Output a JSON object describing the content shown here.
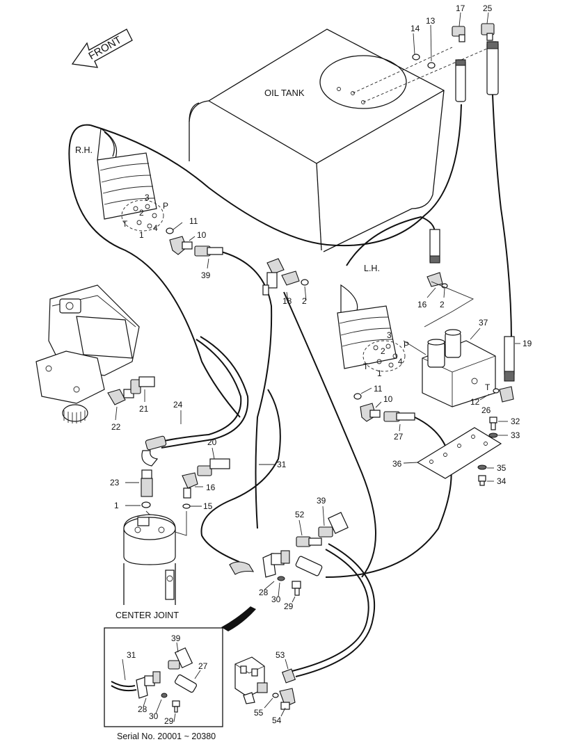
{
  "orientation": {
    "front_label": "FRONT"
  },
  "components": {
    "oil_tank": "OIL TANK",
    "rh_valve": "R.H.",
    "lh_valve": "L.H.",
    "center_joint": "CENTER JOINT"
  },
  "ports": {
    "rh": {
      "p3": "3",
      "p2": "2",
      "pP": "P",
      "pT": "T",
      "p4": "4",
      "p1": "1"
    },
    "lh": {
      "p3": "3",
      "p2": "2",
      "pP": "P",
      "pT": "T",
      "p4": "4",
      "p1": "1"
    },
    "block_T": "T"
  },
  "callouts": {
    "c14": "14",
    "c13": "13",
    "c17": "17",
    "c25": "25",
    "c11a": "11",
    "c10a": "10",
    "c39a": "39",
    "c18": "18",
    "c2a": "2",
    "c16a": "16",
    "c2b": "2",
    "c37": "37",
    "c19": "19",
    "c11b": "11",
    "c10b": "10",
    "c27a": "27",
    "c12": "12",
    "c26": "26",
    "c32": "32",
    "c33": "33",
    "c36": "36",
    "c35": "35",
    "c34": "34",
    "c21": "21",
    "c22": "22",
    "c24": "24",
    "c20": "20",
    "c16b": "16",
    "c15": "15",
    "c23": "23",
    "c1": "1",
    "c31a": "31",
    "c52": "52",
    "c39b": "39",
    "c28a": "28",
    "c30a": "30",
    "c29a": "29",
    "c53": "53",
    "c55": "55",
    "c54": "54"
  },
  "inset": {
    "c39": "39",
    "c31": "31",
    "c27": "27",
    "c28": "28",
    "c30": "30",
    "c29": "29",
    "serial": "Serial No. 20001 ~ 20380"
  }
}
